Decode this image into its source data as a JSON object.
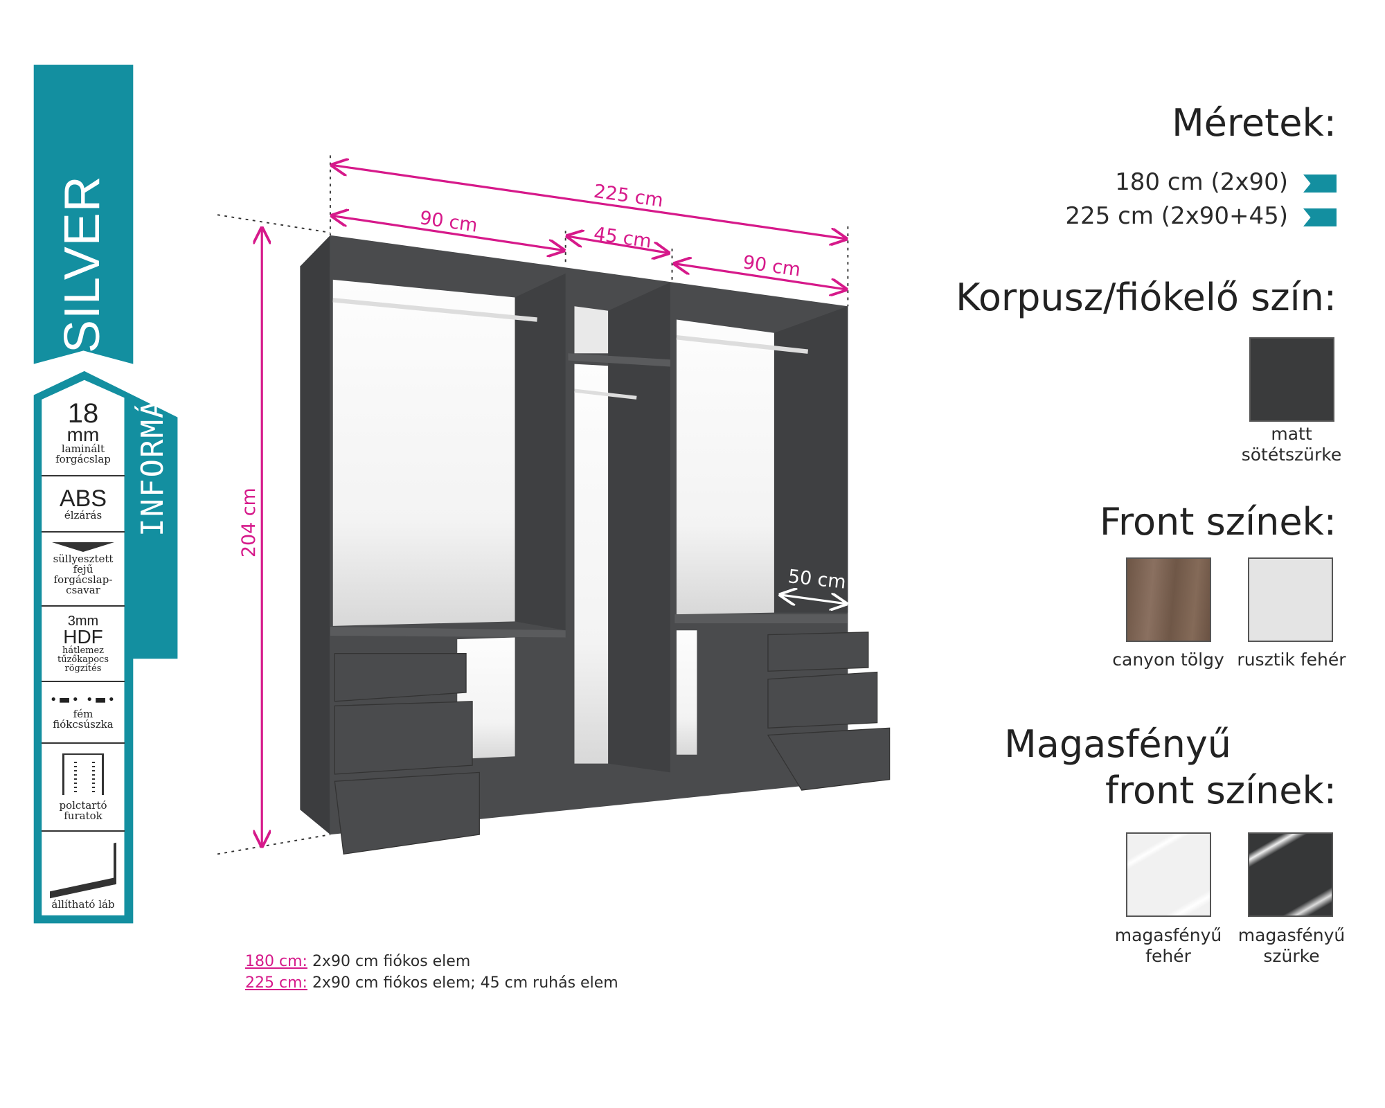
{
  "banner": {
    "title": "SILVER",
    "subtitle": "nyílóajtós gardrób"
  },
  "info": {
    "tab_label": "INFORMÁCIÓ",
    "items": [
      {
        "big": "18",
        "mid": "mm",
        "text1": "laminált",
        "text2": "forgácslap"
      },
      {
        "mid": "ABS",
        "text1": "élzárás"
      },
      {
        "text1": "süllyesztett",
        "text2": "fejű",
        "text3": "forgácslap-",
        "text4": "csavar"
      },
      {
        "small": "3mm",
        "mid": "HDF",
        "text1": "hátlemez",
        "text2": "tűzőkapocs",
        "text3": "rögzítés"
      },
      {
        "text1": "fém",
        "text2": "fiókcsúszka"
      },
      {
        "text1": "polctartó",
        "text2": "furatok"
      },
      {
        "text1": "állítható láb"
      }
    ]
  },
  "dimensions": {
    "total": "225 cm",
    "left": "90 cm",
    "middle": "45 cm",
    "right": "90 cm",
    "height": "204 cm",
    "depth": "50 cm"
  },
  "sizes": {
    "heading": "Méretek:",
    "options": [
      "180 cm (2x90)",
      "225 cm (2x90+45)"
    ]
  },
  "corpus": {
    "heading": "Korpusz/fiókelő szín:",
    "swatch": {
      "label1": "matt",
      "label2": "sötétszürke",
      "color": "#3a3b3c"
    }
  },
  "front": {
    "heading": "Front színek:",
    "swatches": [
      {
        "label": "canyon tölgy",
        "color": "#7a5f4c"
      },
      {
        "label": "rusztik fehér",
        "color": "#e4e4e4"
      }
    ]
  },
  "gloss": {
    "heading1": "Magasfényű",
    "heading2": "front színek:",
    "swatches": [
      {
        "label1": "magasfényű",
        "label2": "fehér",
        "color": "#f1f1f1"
      },
      {
        "label1": "magasfényű",
        "label2": "szürke",
        "color": "#363738"
      }
    ]
  },
  "notes": [
    {
      "key": "180 cm:",
      "text": "2x90 cm fiókos elem"
    },
    {
      "key": "225 cm:",
      "text": "2x90 cm fiókos elem; 45 cm ruhás elem"
    }
  ],
  "colors": {
    "accent": "#138fa0",
    "dimension": "#d6198a",
    "corpus": "#4a4b4d"
  }
}
